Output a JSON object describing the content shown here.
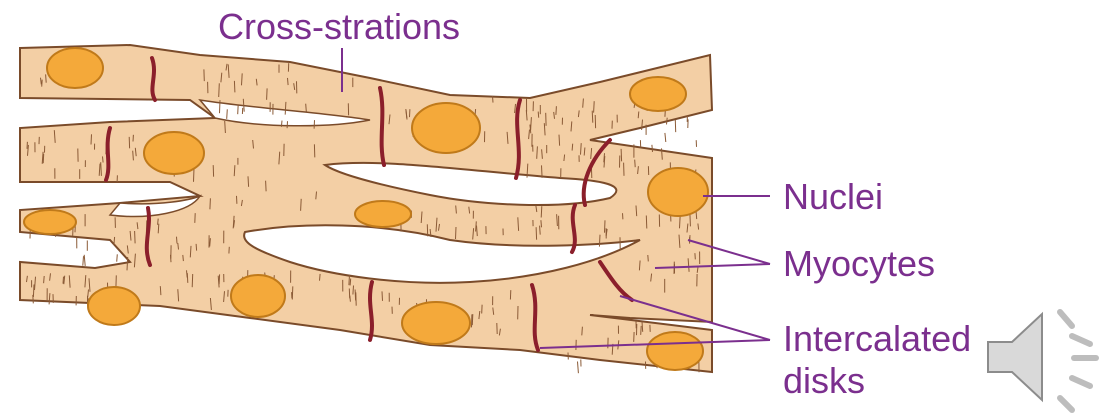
{
  "diagram": {
    "labels": {
      "cross_striations": "Cross-strations",
      "nuclei": "Nuclei",
      "myocytes": "Myocytes",
      "intercalated_disks_line1": "Intercalated",
      "intercalated_disks_line2": "disks"
    },
    "colors": {
      "cell_fill": "#f3cfa5",
      "cell_outline": "#7a4b2a",
      "striation": "#8a5a36",
      "nucleus_fill": "#f4a93a",
      "nucleus_outline": "#c07a1a",
      "disk": "#8b1f2b",
      "label_text": "#7b2f8e",
      "leader_line": "#7b2f8e"
    }
  },
  "speaker_icon": {
    "name": "speaker-icon"
  }
}
